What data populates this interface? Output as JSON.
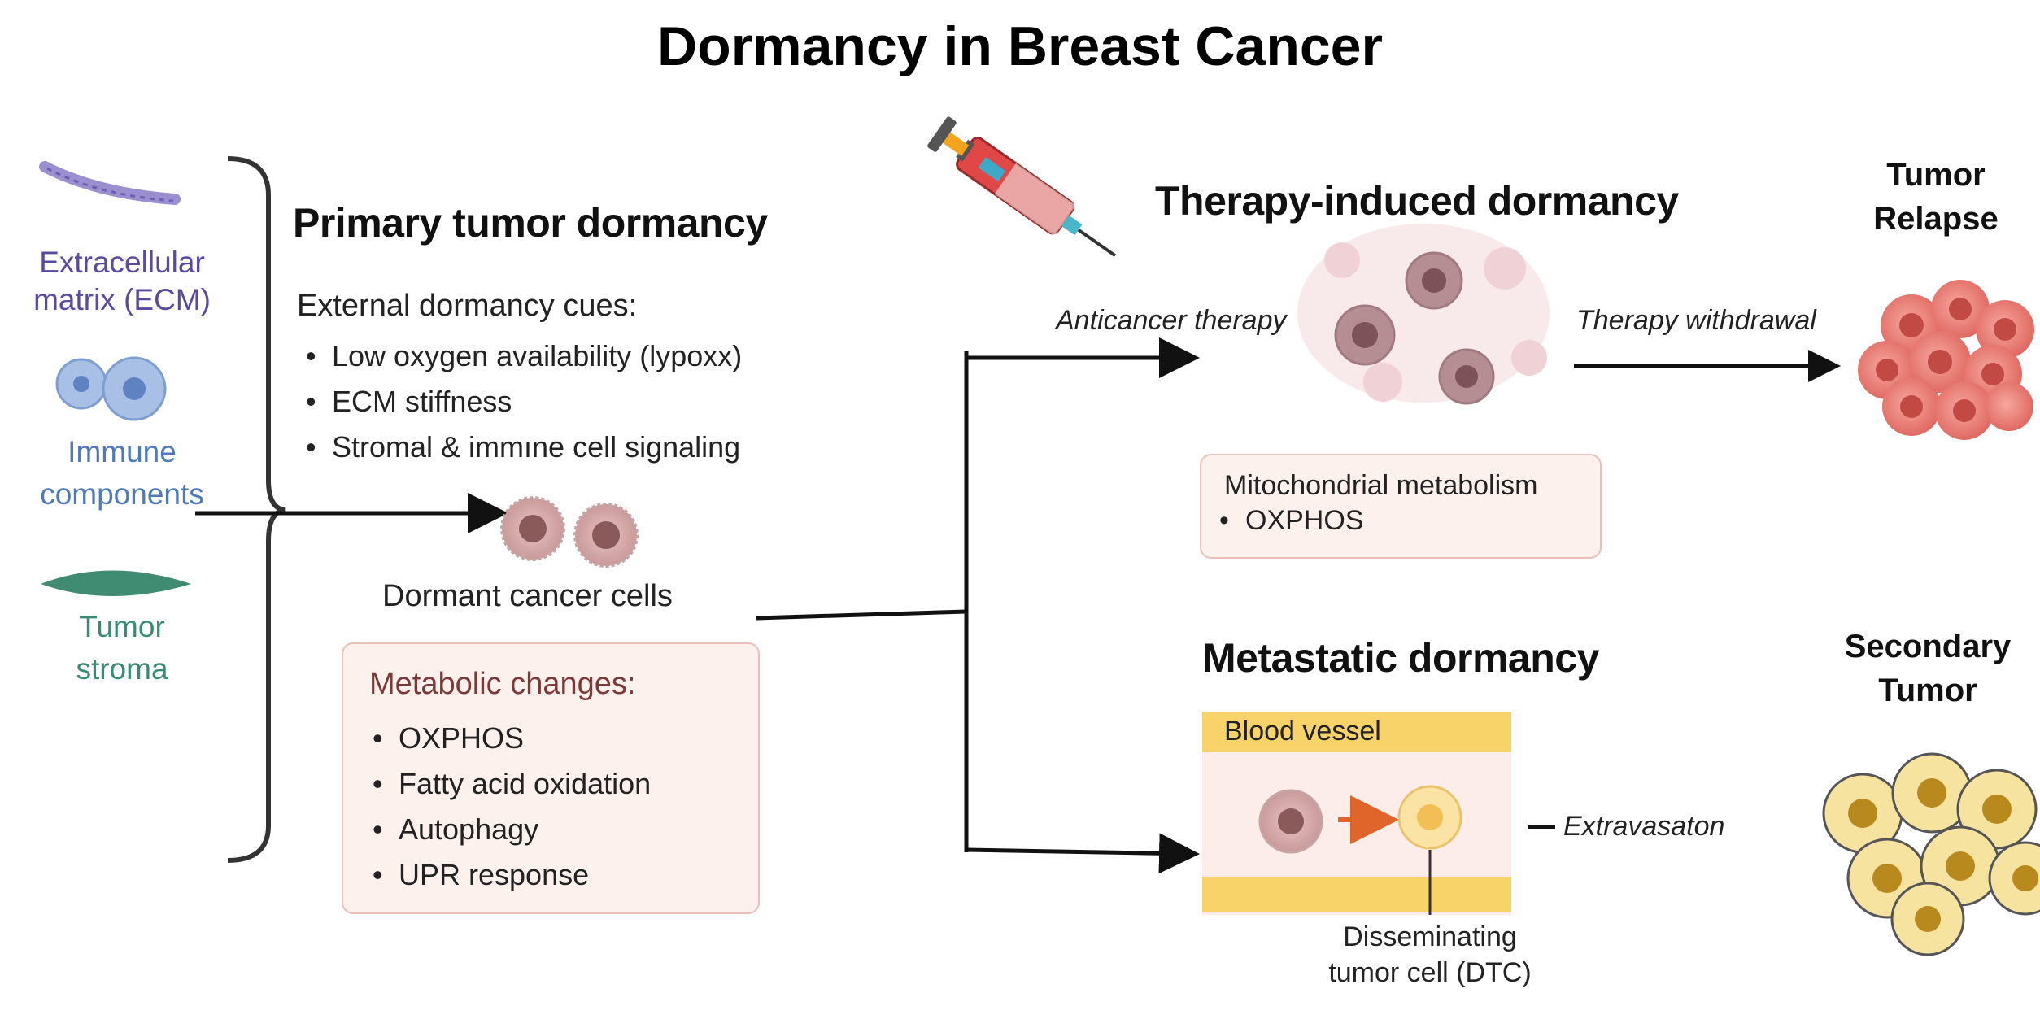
{
  "title": "Dormancy in Breast Cancer",
  "left_factors": {
    "ecm": "Extracellular matrix (ECM)",
    "immune": "Immune components",
    "stroma": "Tumor stroma"
  },
  "primary": {
    "heading": "Primary tumor dormancy",
    "cues_title": "External dormancy cues:",
    "cues": [
      "Low oxygen availability (lypoxx)",
      "ECM stiffness",
      "Stromal & immıne cell signaling"
    ],
    "dormant_label": "Dormant cancer cells",
    "metabolic_title": "Metabolic changes:",
    "metabolic": [
      "OXPHOS",
      "Fatty acid oxidation",
      "Autophagy",
      "UPR response"
    ]
  },
  "therapy": {
    "heading": "Therapy-induced dormancy",
    "anticancer": "Anticancer therapy",
    "withdrawal": "Therapy withdrawal",
    "mito_title": "Mitochondrial metabolism",
    "mito_items": [
      "OXPHOS"
    ]
  },
  "relapse": {
    "label": "Tumor Relapse"
  },
  "metastatic": {
    "heading": "Metastatic dormancy",
    "vessel": "Blood vessel",
    "extravasation": "Extravasaton",
    "dtc": "Disseminating tumor cell (DTC)"
  },
  "secondary": {
    "label": "Secondary Tumor"
  },
  "colors": {
    "ecm": "#5b4a9c",
    "immune": "#4f79b8",
    "stroma": "#3a8b74",
    "box_border": "#e8c0b8",
    "box_fill": "#fdf1ee",
    "vessel": "#f8d36a",
    "arrow_orange": "#e0652a"
  }
}
